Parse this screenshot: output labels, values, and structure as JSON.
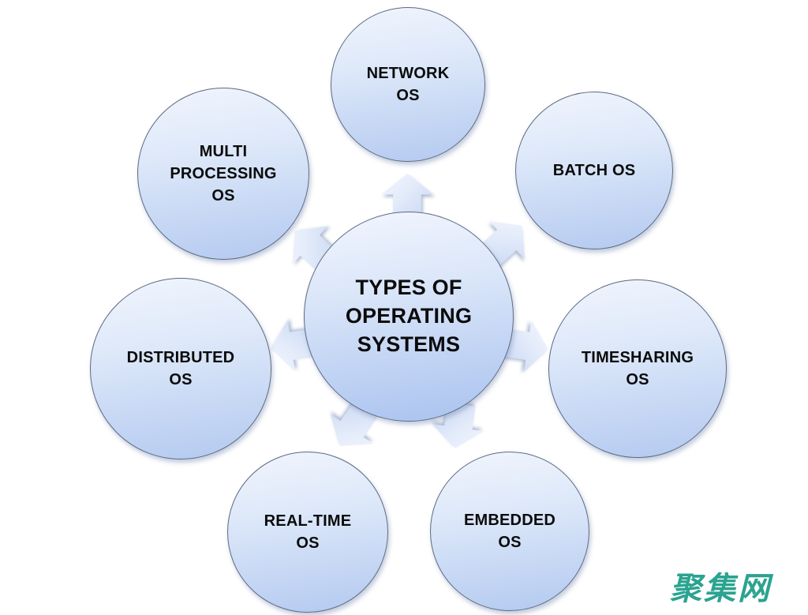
{
  "diagram": {
    "center_label": "TYPES OF\nOPERATING\nSYSTEMS",
    "nodes": [
      {
        "id": "network-os",
        "label": "NETWORK\nOS"
      },
      {
        "id": "multi-processing-os",
        "label": "MULTI\nPROCESSING\nOS"
      },
      {
        "id": "batch-os",
        "label": "BATCH OS"
      },
      {
        "id": "distributed-os",
        "label": "DISTRIBUTED\nOS"
      },
      {
        "id": "timesharing-os",
        "label": "TIMESHARING\nOS"
      },
      {
        "id": "real-time-os",
        "label": "REAL-TIME\nOS"
      },
      {
        "id": "embedded-os",
        "label": "EMBEDDED\nOS"
      }
    ]
  },
  "watermark": {
    "text": "聚集网",
    "color": "#2ba391"
  },
  "colors": {
    "circle_gradient_top": "#f1f5fd",
    "circle_gradient_bottom": "#b3c9f0",
    "circle_border": "#5d6a80",
    "arrow_gradient_top": "#f4f7fd",
    "arrow_gradient_bottom": "#c6d6f3",
    "label_text": "#0b0b0b",
    "background": "#ffffff"
  }
}
